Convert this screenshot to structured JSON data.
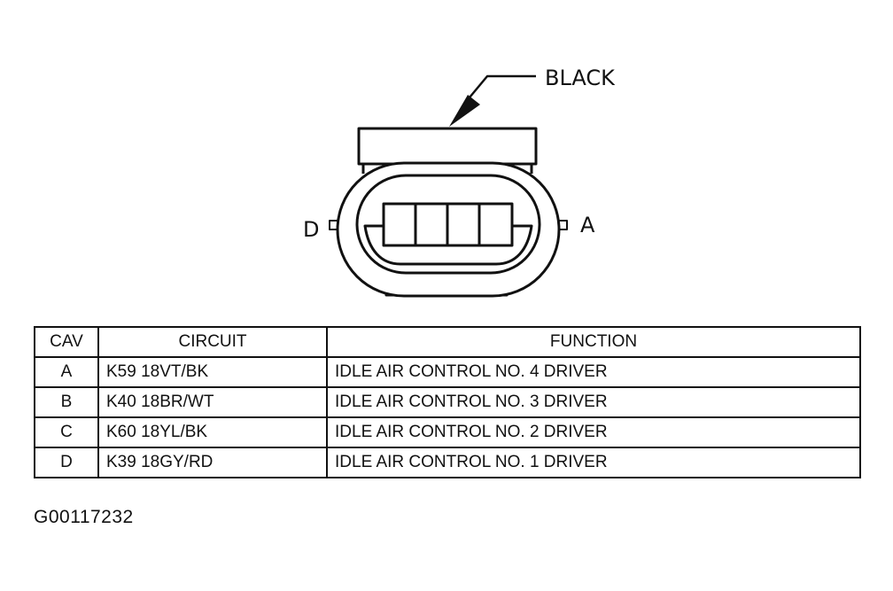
{
  "connector": {
    "color_label": "BLACK",
    "left_cavity_label": "D",
    "right_cavity_label": "A"
  },
  "table": {
    "headers": {
      "cav": "CAV",
      "circuit": "CIRCUIT",
      "function": "FUNCTION"
    },
    "rows": [
      {
        "cav": "A",
        "circuit": "K59 18VT/BK",
        "function": "IDLE AIR CONTROL NO. 4 DRIVER"
      },
      {
        "cav": "B",
        "circuit": "K40 18BR/WT",
        "function": "IDLE AIR CONTROL NO. 3 DRIVER"
      },
      {
        "cav": "C",
        "circuit": "K60 18YL/BK",
        "function": "IDLE AIR CONTROL NO. 2 DRIVER"
      },
      {
        "cav": "D",
        "circuit": "K39 18GY/RD",
        "function": "IDLE AIR CONTROL NO. 1 DRIVER"
      }
    ]
  },
  "figure_id": "G00117232"
}
